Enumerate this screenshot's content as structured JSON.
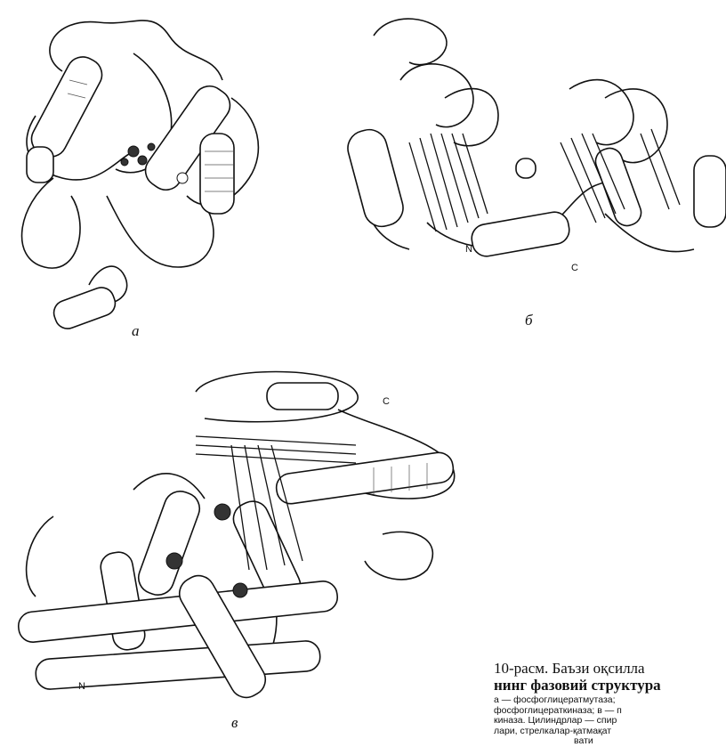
{
  "panels": {
    "a": {
      "label": "а"
    },
    "b": {
      "label": "б",
      "n_term": "N",
      "c_term": "C"
    },
    "v": {
      "label": "в",
      "n_term": "N",
      "c_term": "C"
    }
  },
  "caption": {
    "title_line1": "10-расм. Баъзи оқсилла",
    "title_line2": "нинг фазовий структура",
    "body_line1": "а — фосфоглицератмутаза;",
    "body_line2": "фосфоглицераткиназа; в — п",
    "body_line3": "киназа. Цилиндрлар — спир",
    "body_line4": "лари, стрелкалар-қатмақат",
    "body_line5": "вати"
  }
}
